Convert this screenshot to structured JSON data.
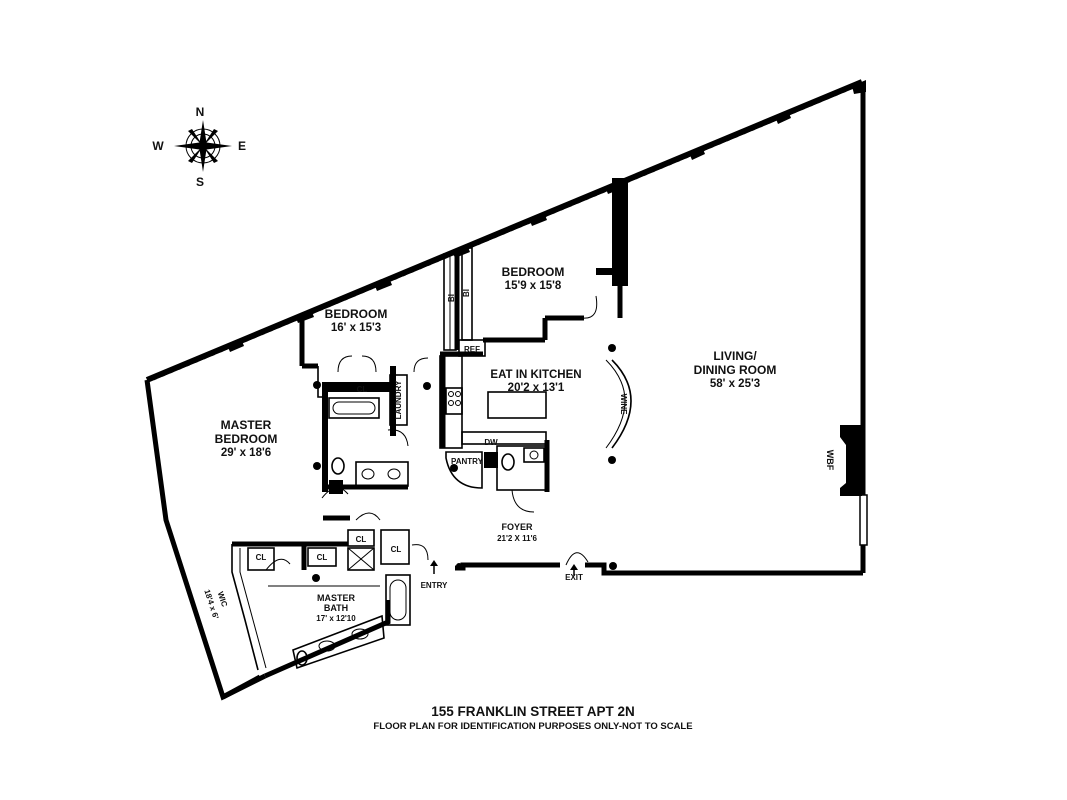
{
  "compass": {
    "n": "N",
    "s": "S",
    "e": "E",
    "w": "W"
  },
  "rooms": {
    "bedroom_a": {
      "name": "BEDROOM",
      "dims": "15'9 x 15'8"
    },
    "bedroom_b": {
      "name": "BEDROOM",
      "dims": "16' x 15'3"
    },
    "living": {
      "name_line1": "LIVING/",
      "name_line2": "DINING ROOM",
      "dims": "58' x 25'3"
    },
    "kitchen": {
      "name": "EAT IN KITCHEN",
      "dims": "20'2 x 13'1"
    },
    "master_bedroom": {
      "name_line1": "MASTER",
      "name_line2": "BEDROOM",
      "dims": "29' x 18'6"
    },
    "foyer": {
      "name": "FOYER",
      "dims": "21'2 X 11'6"
    },
    "master_bath": {
      "name_line1": "MASTER",
      "name_line2": "BATH",
      "dims": "17' x 12'10"
    },
    "wic": {
      "name": "WIC",
      "dims": "18'4 x 6'"
    }
  },
  "fixtures": {
    "cl": "CL",
    "laundry": "LAUNDRY",
    "ref": "REF",
    "dw": "DW",
    "pantry": "PANTRY",
    "wine": "WINE",
    "wbf": "WBF",
    "entry": "ENTRY",
    "exit": "EXIT",
    "bi": "BI"
  },
  "footer": {
    "address": "155 FRANKLIN STREET APT 2N",
    "disclaimer": "FLOOR PLAN FOR IDENTIFICATION PURPOSES ONLY-NOT TO SCALE"
  }
}
